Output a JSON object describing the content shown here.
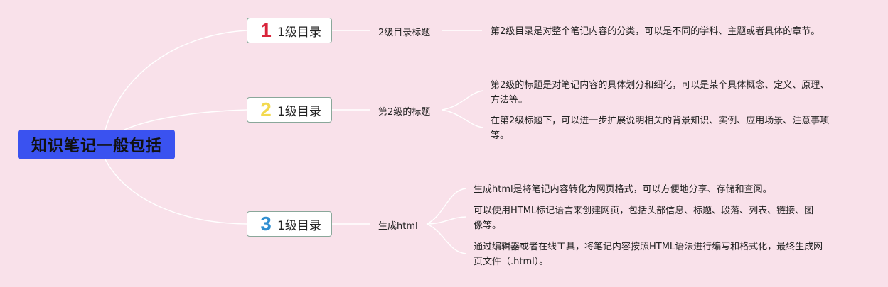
{
  "root": {
    "label": "知识笔记一般包括"
  },
  "branches": [
    {
      "number": "1",
      "number_color": "#d9253b",
      "label": "1级目录",
      "subtopic": "2级目录标题",
      "details": [
        "第2级目录是对整个笔记内容的分类，可以是不同的学科、主题或者具体的章节。"
      ]
    },
    {
      "number": "2",
      "number_color": "#f3d94e",
      "label": "1级目录",
      "subtopic": "第2级的标题",
      "details": [
        "第2级的标题是对笔记内容的具体划分和细化，可以是某个具体概念、定义、原理、方法等。",
        "在第2级标题下，可以进一步扩展说明相关的背景知识、实例、应用场景、注意事项等。"
      ]
    },
    {
      "number": "3",
      "number_color": "#2f8ed1",
      "label": "1级目录",
      "subtopic": "生成html",
      "details": [
        "生成html是将笔记内容转化为网页格式，可以方便地分享、存储和查阅。",
        "可以使用HTML标记语言来创建网页，包括头部信息、标题、段落、列表、链接、图像等。",
        "通过编辑器或者在线工具，将笔记内容按照HTML语法进行编写和格式化，最终生成网页文件（.html）。"
      ]
    }
  ],
  "colors": {
    "background": "#f9e1ea",
    "root_fill": "#3a52f0",
    "connector": "#ffffff"
  }
}
